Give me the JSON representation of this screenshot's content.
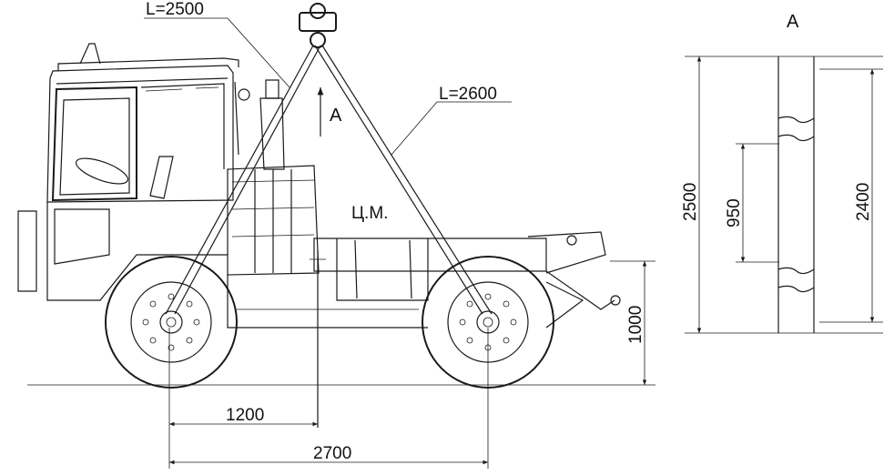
{
  "labels": {
    "sling_left": "L=2500",
    "sling_right": "L=2600",
    "view_arrow": "A",
    "view_title": "A",
    "center_of_mass": "Ц.М."
  },
  "dimensions": {
    "cm_offset": "1200",
    "wheelbase": "2700",
    "hitch_height": "1000",
    "view_total_height": "2500",
    "view_inner_height": "2400",
    "view_section_height": "950"
  }
}
